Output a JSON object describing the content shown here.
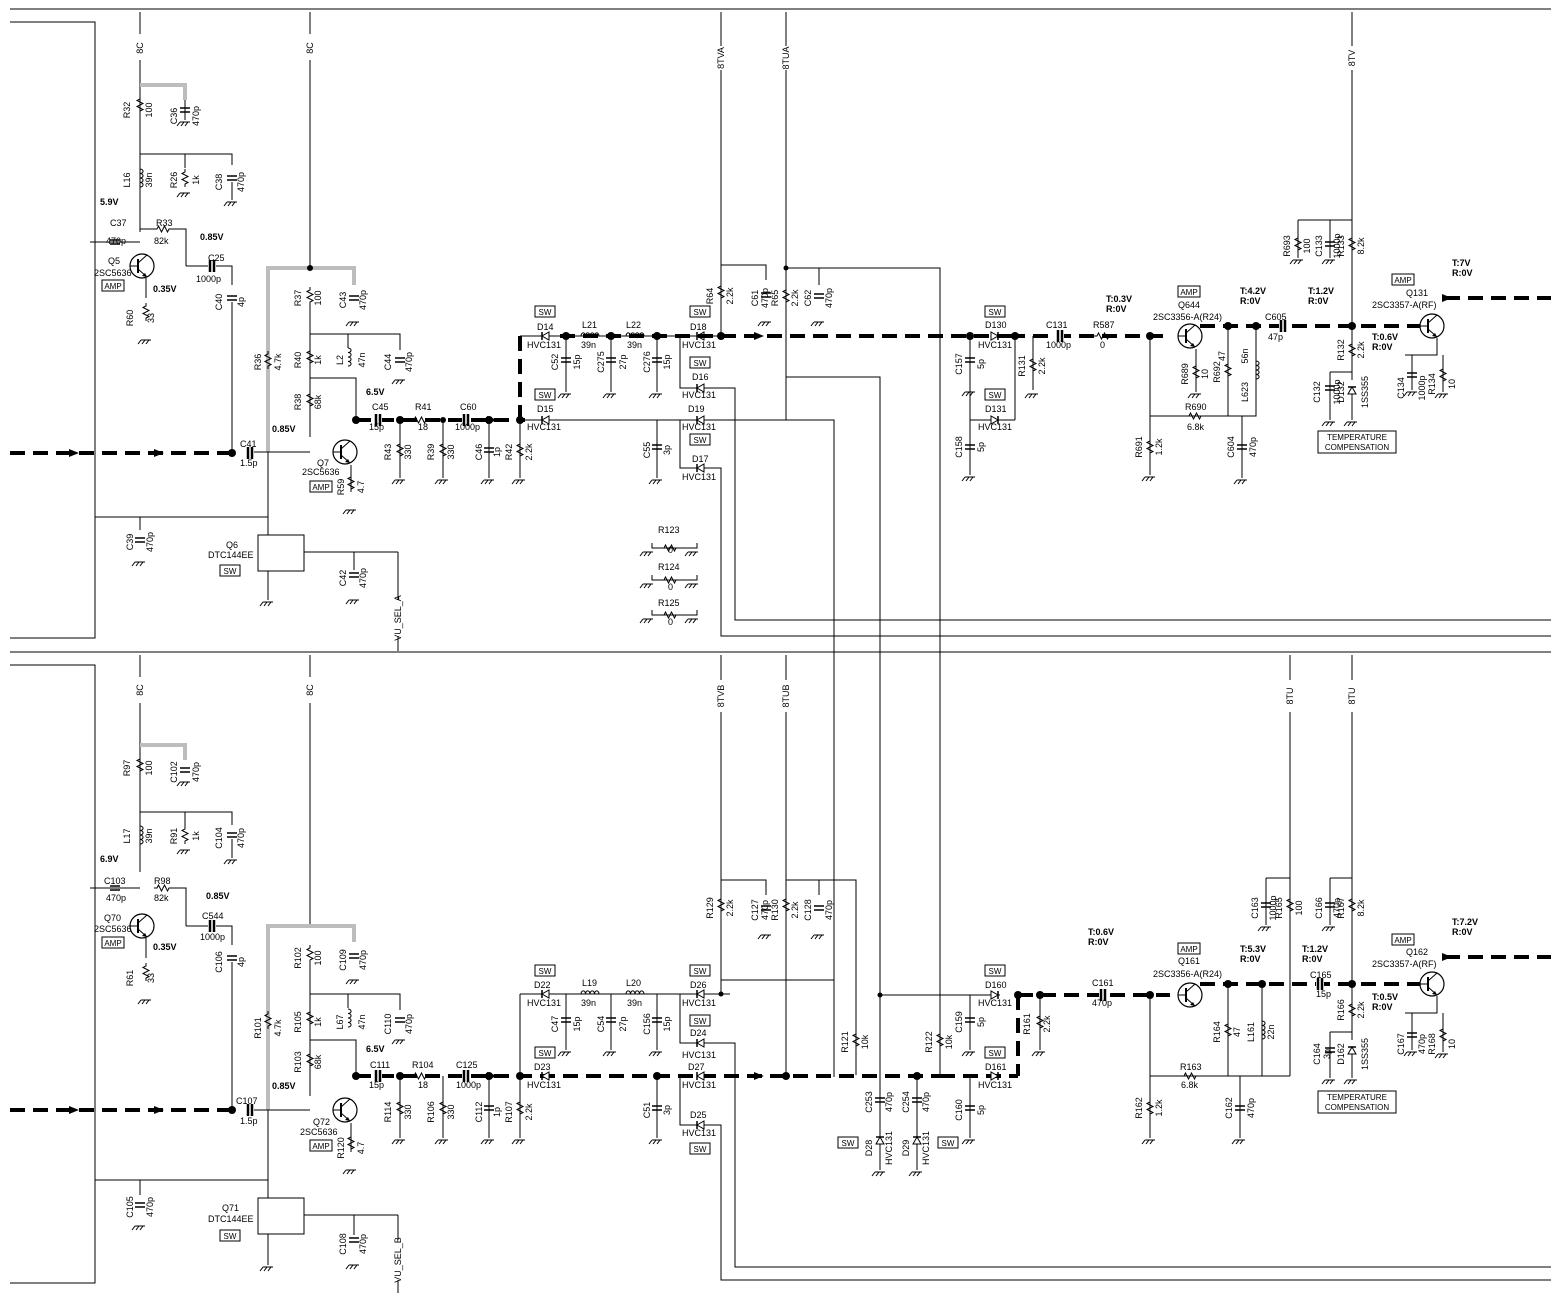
{
  "rails": {
    "a1": "8C",
    "a2": "8C",
    "a3": "8TVA",
    "a4": "8TUA",
    "a5": "8TV",
    "b1": "8C",
    "b2": "8C",
    "b3": "8TVB",
    "b4": "8TUB",
    "b5": "8TU",
    "b6": "8TU",
    "selA": "VU_SEL_A",
    "selB": "VU_SEL_B"
  },
  "tags": {
    "sw": "SW",
    "amp": "AMP",
    "temp1": "TEMPERATURE",
    "temp2": "COMPENSATION"
  },
  "top": {
    "r32": "R32",
    "r32v": "100",
    "c36": "C36",
    "c36v": "470p",
    "l16": "L16",
    "l16v": "39n",
    "r26": "R26",
    "r26v": "1k",
    "c38": "C38",
    "c38v": "470p",
    "v59": "5.9V",
    "c37": "C37",
    "c37v": "470p",
    "r33": "R33",
    "r33v": "82k",
    "v085a": "0.85V",
    "c25": "C25",
    "c25v": "1000p",
    "q5": "Q5",
    "q5v": "2SC5636",
    "v035": "0.35V",
    "r60": "R60",
    "r60v": "33",
    "c40": "C40",
    "c40v": "4p",
    "r37": "R37",
    "r37v": "100",
    "c43": "C43",
    "c43v": "470p",
    "r36": "R36",
    "r36v": "4.7k",
    "r40": "R40",
    "r40v": "1k",
    "l2": "L2",
    "l2v": "47n",
    "c44": "C44",
    "c44v": "470p",
    "r38": "R38",
    "r38v": "68k",
    "v65": "6.5V",
    "c45": "C45",
    "c45v": "15p",
    "r41": "R41",
    "r41v": "18",
    "c60": "C60",
    "c60v": "1000p",
    "v085b": "0.85V",
    "c41": "C41",
    "c41v": "1.5p",
    "q7": "Q7",
    "q7v": "2SC5636",
    "r43": "R43",
    "r43v": "330",
    "r39": "R39",
    "r39v": "330",
    "c46": "C46",
    "c46v": "1p",
    "r42": "R42",
    "r42v": "2.2k",
    "r59": "R59",
    "r59v": "4.7",
    "c39": "C39",
    "c39v": "470p",
    "q6": "Q6",
    "q6v": "DTC144EE",
    "c42": "C42",
    "c42v": "470p",
    "d14": "D14",
    "d14v": "HVC131",
    "l21": "L21",
    "l21v": "39n",
    "l22": "L22",
    "l22v": "39n",
    "c52": "C52",
    "c52v": "15p",
    "c275": "C275",
    "c275v": "27p",
    "c276": "C276",
    "c276v": "15p",
    "d15": "D15",
    "d15v": "HVC131",
    "c55": "C55",
    "c55v": "3p",
    "d18": "D18",
    "d18v": "HVC131",
    "d16": "D16",
    "d16v": "HVC131",
    "d19": "D19",
    "d19v": "HVC131",
    "d17": "D17",
    "d17v": "HVC131",
    "r64": "R64",
    "r64v": "2.2k",
    "c61": "C61",
    "c61v": "470p",
    "r65": "R65",
    "r65v": "2.2k",
    "c62": "C62",
    "c62v": "470p",
    "r123": "R123",
    "r123v": "0",
    "r124": "R124",
    "r124v": "0",
    "r125": "R125",
    "r125v": "0",
    "d130": "D130",
    "d130v": "HVC131",
    "c131": "C131",
    "c131v": "1000p",
    "c157": "C157",
    "c157v": "5p",
    "r131": "R131",
    "r131v": "2.2k",
    "d131": "D131",
    "d131v": "HVC131",
    "c158": "C158",
    "c158v": "5p",
    "tv1": "T:0.3V",
    "rv1": "R:0V",
    "r587": "R587",
    "r587v": "0",
    "q644": "Q644",
    "q644v": "2SC3356-A(R24)",
    "r689": "R689",
    "r689v": "10",
    "r692": "R692",
    "r692v": "47",
    "l623": "L623",
    "l623v": "56n",
    "r690": "R690",
    "r690v": "6.8k",
    "r691": "R691",
    "r691v": "1.2k",
    "c604": "C604",
    "c604v": "470p",
    "tv2": "T:4.2V",
    "rv2": "R:0V",
    "c605": "C605",
    "c605v": "47p",
    "r693": "R693",
    "r693v": "100",
    "c133": "C133",
    "c133v": "1000p",
    "r133": "R133",
    "r133v": "8.2k",
    "tv3": "T:1.2V",
    "rv3": "R:0V",
    "r132": "R132",
    "r132v": "2.2k",
    "c132": "C132",
    "c132v": "1000p",
    "d132": "D132",
    "d132v": "1SS355",
    "tv4": "T:0.6V",
    "rv4": "R:0V",
    "c134": "C134",
    "c134v": "1000p",
    "r134": "R134",
    "r134v": "10",
    "q131": "Q131",
    "q131v": "2SC3357-A(RF)",
    "tv5": "T:7V",
    "rv5": "R:0V"
  },
  "bot": {
    "r97": "R97",
    "r97v": "100",
    "c102": "C102",
    "c102v": "470p",
    "l17": "L17",
    "l17v": "39n",
    "r91": "R91",
    "r91v": "1k",
    "c104": "C104",
    "c104v": "470p",
    "v69": "6.9V",
    "c103": "C103",
    "c103v": "470p",
    "r98": "R98",
    "r98v": "82k",
    "v085a": "0.85V",
    "c544": "C544",
    "c544v": "1000p",
    "q70": "Q70",
    "q70v": "2SC5636",
    "v035": "0.35V",
    "r61": "R61",
    "r61v": "33",
    "c106": "C106",
    "c106v": "4p",
    "r102": "R102",
    "r102v": "100",
    "c109": "C109",
    "c109v": "470p",
    "r101": "R101",
    "r101v": "4.7k",
    "r105": "R105",
    "r105v": "1k",
    "l67": "L67",
    "l67v": "47n",
    "c110": "C110",
    "c110v": "470p",
    "r103": "R103",
    "r103v": "68k",
    "v65": "6.5V",
    "c111": "C111",
    "c111v": "15p",
    "r104": "R104",
    "r104v": "18",
    "c125": "C125",
    "c125v": "1000p",
    "v085b": "0.85V",
    "c107": "C107",
    "c107v": "1.5p",
    "q72": "Q72",
    "q72v": "2SC5636",
    "r114": "R114",
    "r114v": "330",
    "r106": "R106",
    "r106v": "330",
    "c112": "C112",
    "c112v": "1p",
    "r107": "R107",
    "r107v": "2.2k",
    "r120": "R120",
    "r120v": "4.7",
    "c105": "C105",
    "c105v": "470p",
    "q71": "Q71",
    "q71v": "DTC144EE",
    "c108": "C108",
    "c108v": "470p",
    "d22": "D22",
    "d22v": "HVC131",
    "l19": "L19",
    "l19v": "39n",
    "l20": "L20",
    "l20v": "39n",
    "c47": "C47",
    "c47v": "15p",
    "c54": "C54",
    "c54v": "27p",
    "c156": "C156",
    "c156v": "15p",
    "d23": "D23",
    "d23v": "HVC131",
    "c51": "C51",
    "c51v": "3p",
    "d26": "D26",
    "d26v": "HVC131",
    "d24": "D24",
    "d24v": "HVC131",
    "d27": "D27",
    "d27v": "HVC131",
    "d25": "D25",
    "d25v": "HVC131",
    "r129": "R129",
    "r129v": "2.2k",
    "c127": "C127",
    "c127v": "470p",
    "r130": "R130",
    "r130v": "2.2k",
    "c128": "C128",
    "c128v": "470p",
    "r121": "R121",
    "r121v": "10k",
    "r122": "R122",
    "r122v": "10k",
    "c253": "C253",
    "c253v": "470p",
    "c254": "C254",
    "c254v": "470p",
    "d28": "D28",
    "d28v": "HVC131",
    "d29": "D29",
    "d29v": "HVC131",
    "d160": "D160",
    "d160v": "HVC131",
    "c159": "C159",
    "c159v": "5p",
    "r161": "R161",
    "r161v": "2.2k",
    "d161": "D161",
    "d161v": "HVC131",
    "c160": "C160",
    "c160v": "5p",
    "tv1": "T:0.6V",
    "rv1": "R:0V",
    "c161": "C161",
    "c161v": "470p",
    "q161": "Q161",
    "q161v": "2SC3356-A(R24)",
    "tv2": "T:5.3V",
    "rv2": "R:0V",
    "r164": "R164",
    "r164v": "47",
    "l161": "L161",
    "l161v": "22n",
    "r163": "R163",
    "r163v": "6.8k",
    "r162": "R162",
    "r162v": "1.2k",
    "c162": "C162",
    "c162v": "470p",
    "c163": "C163",
    "c163v": "1000p",
    "r165": "R165",
    "r165v": "100",
    "c166": "C166",
    "c166v": "470p",
    "r167": "R167",
    "r167v": "8.2k",
    "tv3": "T:1.2V",
    "rv3": "R:0V",
    "c165": "C165",
    "c165v": "15p",
    "r166": "R166",
    "r166v": "2.2k",
    "c164": "C164",
    "c164v": "3p",
    "d162": "D162",
    "d162v": "1SS355",
    "tv4": "T:0.5V",
    "rv4": "R:0V",
    "c167": "C167",
    "c167v": "470p",
    "r168": "R168",
    "r168v": "10",
    "q162": "Q162",
    "q162v": "2SC3357-A(RF)",
    "tv5": "T:7.2V",
    "rv5": "R:0V"
  }
}
